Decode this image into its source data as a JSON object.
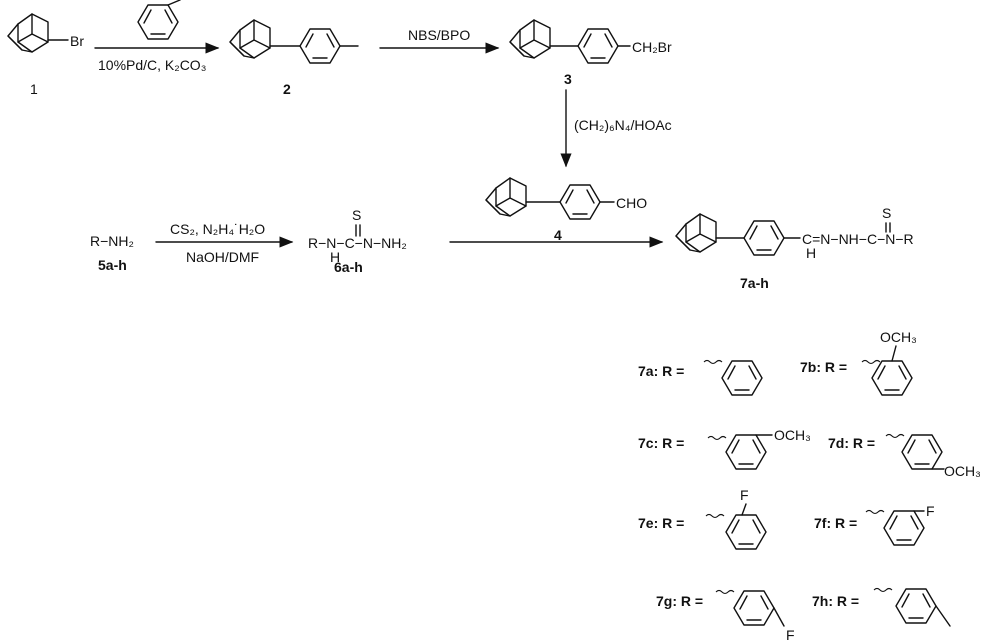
{
  "compounds": {
    "c1": "1",
    "c2": "2",
    "c3": "3",
    "c4": "4",
    "c5": "5a-h",
    "c6": "6a-h",
    "c7": "7a-h"
  },
  "reagents": {
    "step1": "10%Pd/C, K₂CO₃",
    "step2": "NBS/BPO",
    "step3": "(CH₂)₆N₄/HOAc",
    "step4a": "CS₂, N₂H₄˙H₂O",
    "step4b": "NaOH/DMF"
  },
  "fragments": {
    "br": "Br",
    "ch2br": "CH₂Br",
    "cho": "CHO",
    "amine": "R−NH₂",
    "thiosemi": "R−N−C−N−NH₂",
    "h": "H",
    "s": "S",
    "product_chain": "C=N−NH−C−N−R"
  },
  "substituents": [
    {
      "id": "7a",
      "label": "7a: R =",
      "group": ""
    },
    {
      "id": "7b",
      "label": "7b: R =",
      "group": "OCH₃"
    },
    {
      "id": "7c",
      "label": "7c: R =",
      "group": "OCH₃"
    },
    {
      "id": "7d",
      "label": "7d: R =",
      "group": "OCH₃"
    },
    {
      "id": "7e",
      "label": "7e: R =",
      "group": "F"
    },
    {
      "id": "7f",
      "label": "7f: R =",
      "group": "F"
    },
    {
      "id": "7g",
      "label": "7g: R =",
      "group": "F"
    },
    {
      "id": "7h",
      "label": "7h: R =",
      "group": ""
    }
  ]
}
